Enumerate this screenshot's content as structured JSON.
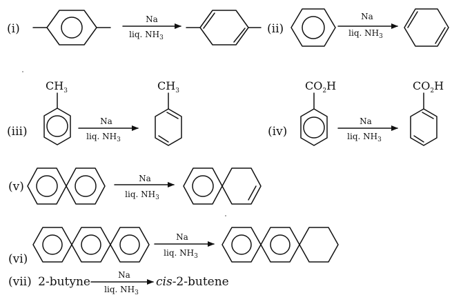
{
  "figure": {
    "reactions": [
      {
        "label": "(i)",
        "reagent_top": "Na",
        "reagent_bottom": "liq. NH",
        "reagent_sub": "3"
      },
      {
        "label": "(ii)",
        "reagent_top": "Na",
        "reagent_bottom": "liq. NH",
        "reagent_sub": "3"
      },
      {
        "label": "(iii)",
        "reagent_top": "Na",
        "reagent_bottom": "liq. NH",
        "reagent_sub": "3",
        "reactant_group": "CH",
        "reactant_group_sub": "3",
        "product_group": "CH",
        "product_group_sub": "3"
      },
      {
        "label": "(iv)",
        "reagent_top": "Na",
        "reagent_bottom": "liq. NH",
        "reagent_sub": "3",
        "reactant_group": "CO",
        "reactant_group_sub": "2",
        "reactant_group_end": "H",
        "product_group": "CO",
        "product_group_sub": "2",
        "product_group_end": "H"
      },
      {
        "label": "(v)",
        "reagent_top": "Na",
        "reagent_bottom": "liq. NH",
        "reagent_sub": "3"
      },
      {
        "label": "(vi)",
        "reagent_top": "Na",
        "reagent_bottom": "liq. NH",
        "reagent_sub": "3"
      },
      {
        "label": "(vii)",
        "reagent_top": "Na",
        "reagent_bottom": "liq. NH",
        "reagent_sub": "3",
        "reactant": "2-butyne",
        "product_italic": "cis",
        "product_rest": "-2-butene"
      }
    ]
  }
}
